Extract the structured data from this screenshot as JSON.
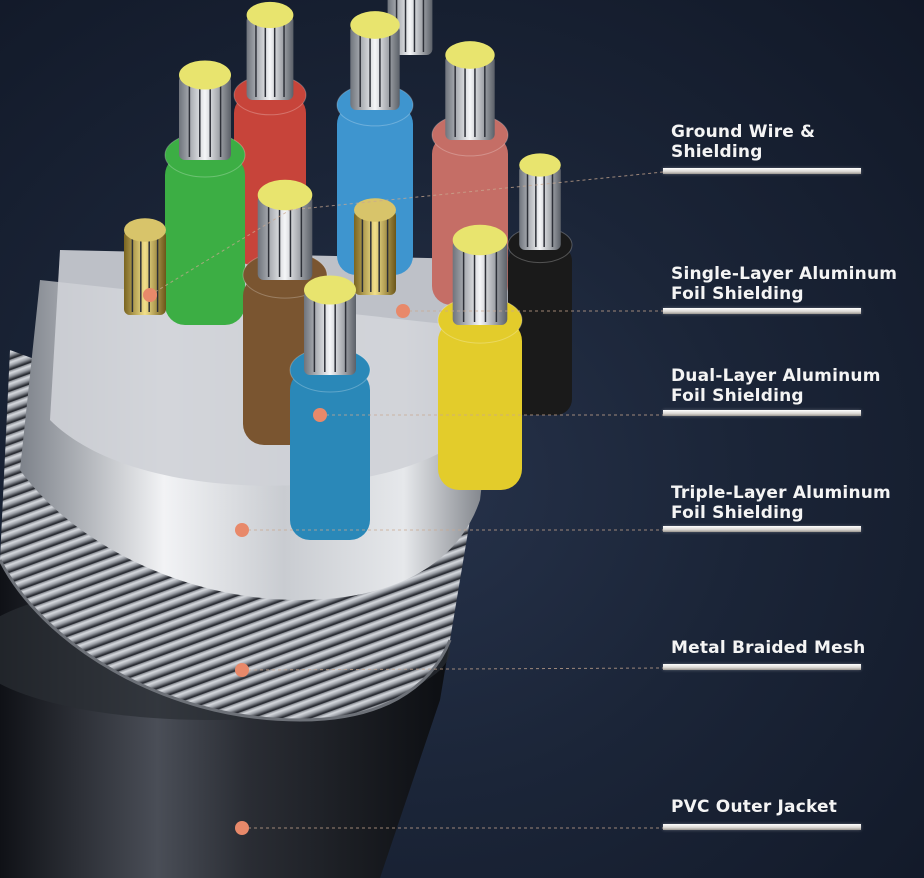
{
  "colors": {
    "background": "#1a2335",
    "marker_dot": "#e8896a",
    "label_text": "#f4f4f4",
    "conductor_insulation": [
      "#3cae44",
      "#c7443a",
      "#3e95cf",
      "#c56e66",
      "#7a5530",
      "#2a88b8",
      "#e3cc2b",
      "#1a1a1a"
    ]
  },
  "labels": [
    {
      "id": "ground",
      "line1": "Ground Wire &",
      "line2": "Shielding"
    },
    {
      "id": "single",
      "line1": "Single-Layer Aluminum",
      "line2": "Foil Shielding"
    },
    {
      "id": "dual",
      "line1": "Dual-Layer Aluminum",
      "line2": "Foil Shielding"
    },
    {
      "id": "triple",
      "line1": "Triple-Layer Aluminum",
      "line2": "Foil Shielding"
    },
    {
      "id": "braid",
      "line1": "Metal Braided Mesh",
      "line2": ""
    },
    {
      "id": "jacket",
      "line1": "PVC Outer Jacket",
      "line2": ""
    }
  ]
}
